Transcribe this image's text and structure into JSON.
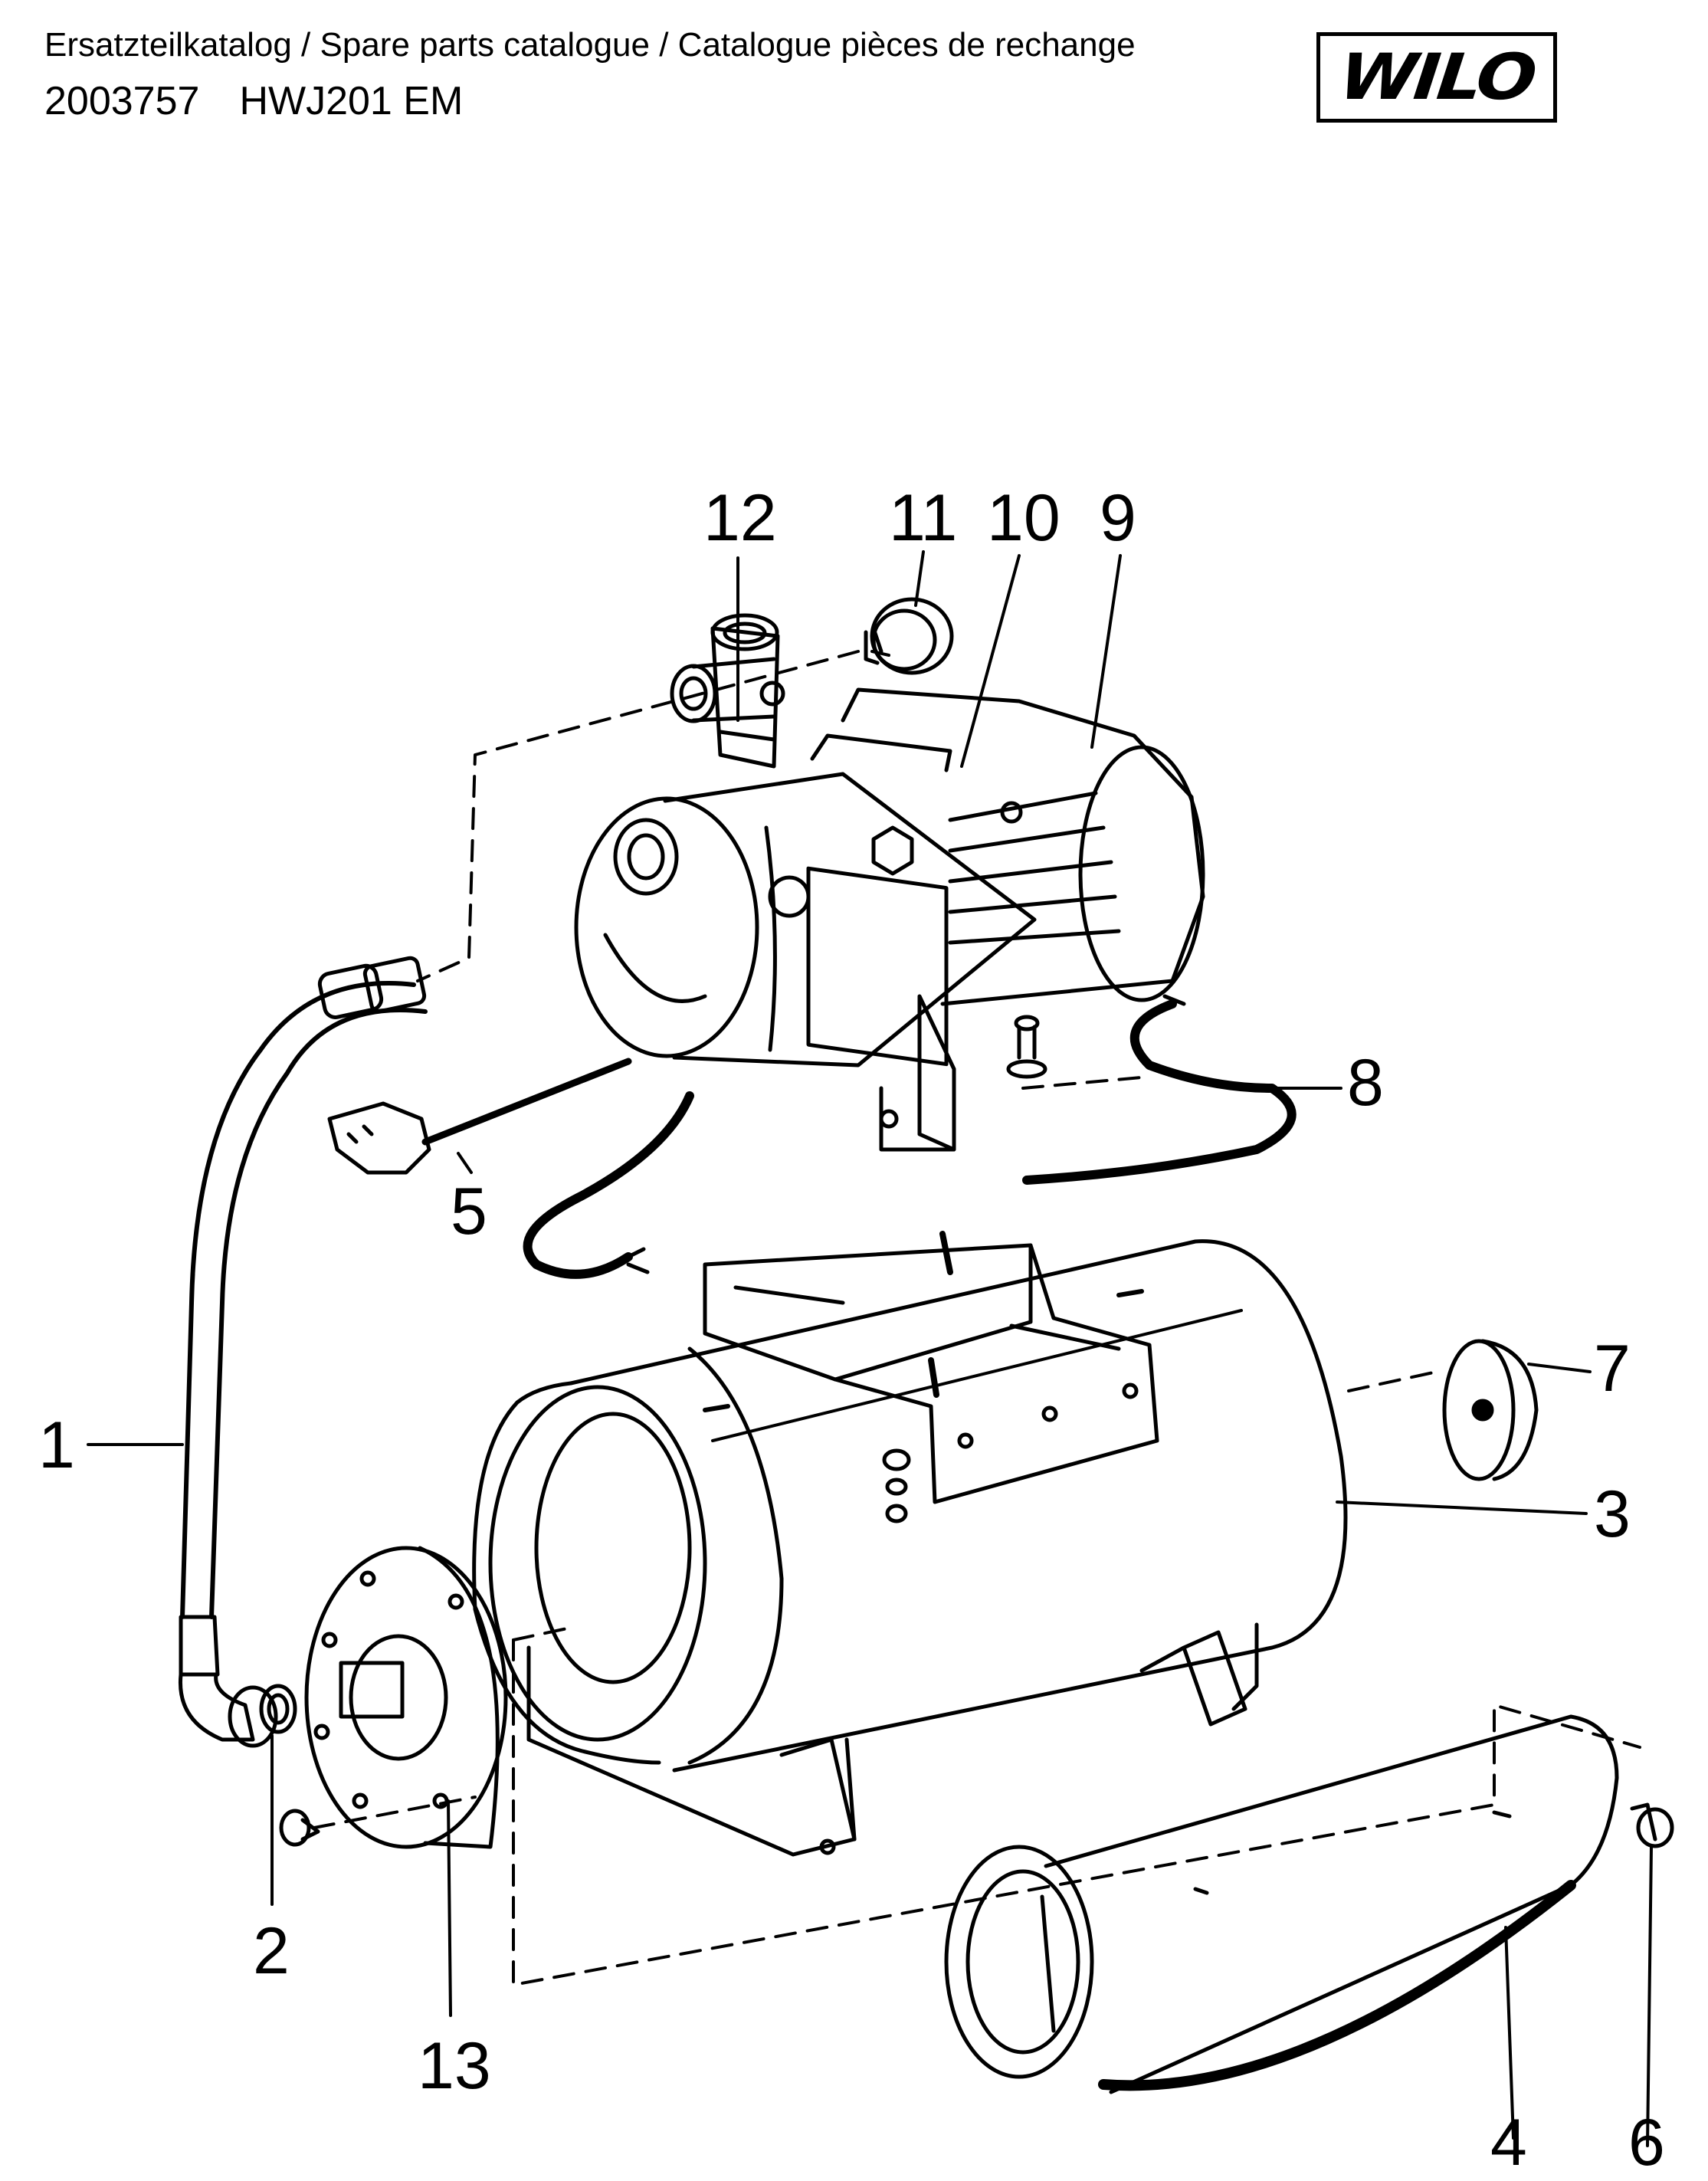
{
  "header": {
    "title": "Ersatzteilkatalog / Spare parts catalogue / Catalogue pièces de rechange",
    "article_number": "2003757",
    "model": "HWJ201 EM"
  },
  "logo": {
    "text": "WILO"
  },
  "diagram": {
    "labels": [
      "12",
      "11",
      "10",
      "9",
      "8",
      "7",
      "5",
      "1",
      "3",
      "2",
      "13",
      "4",
      "6"
    ]
  },
  "colors": {
    "ink": "#000000",
    "paper": "#ffffff"
  }
}
